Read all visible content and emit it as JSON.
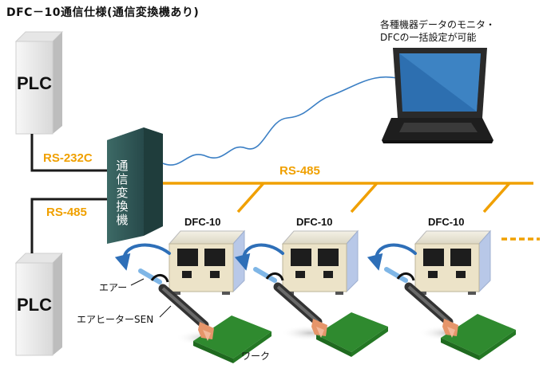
{
  "title": "DFC－10通信仕様(通信変換機あり)",
  "plc_top_label": "PLC",
  "plc_bottom_label": "PLC",
  "link_rs232c": "RS-232C",
  "link_rs485_left": "RS-485",
  "link_rs485_bus": "RS-485",
  "converter_label": "通信変換機",
  "laptop_caption": "各種機器データのモニタ・\nDFCの一括設定が可能",
  "units": [
    {
      "label": "DFC-10"
    },
    {
      "label": "DFC-10"
    },
    {
      "label": "DFC-10"
    }
  ],
  "air_label": "エアー",
  "heater_label": "エアヒーターSEN",
  "work_label": "ワーク",
  "colors": {
    "bus": "#f0a000",
    "wire": "#1a1a1a",
    "network_cable": "#3b7fc4",
    "converter": "#2f5653",
    "board": "#3a9a3a",
    "unit_panel": "#ece3c8",
    "unit_side": "#b8c8e8"
  }
}
